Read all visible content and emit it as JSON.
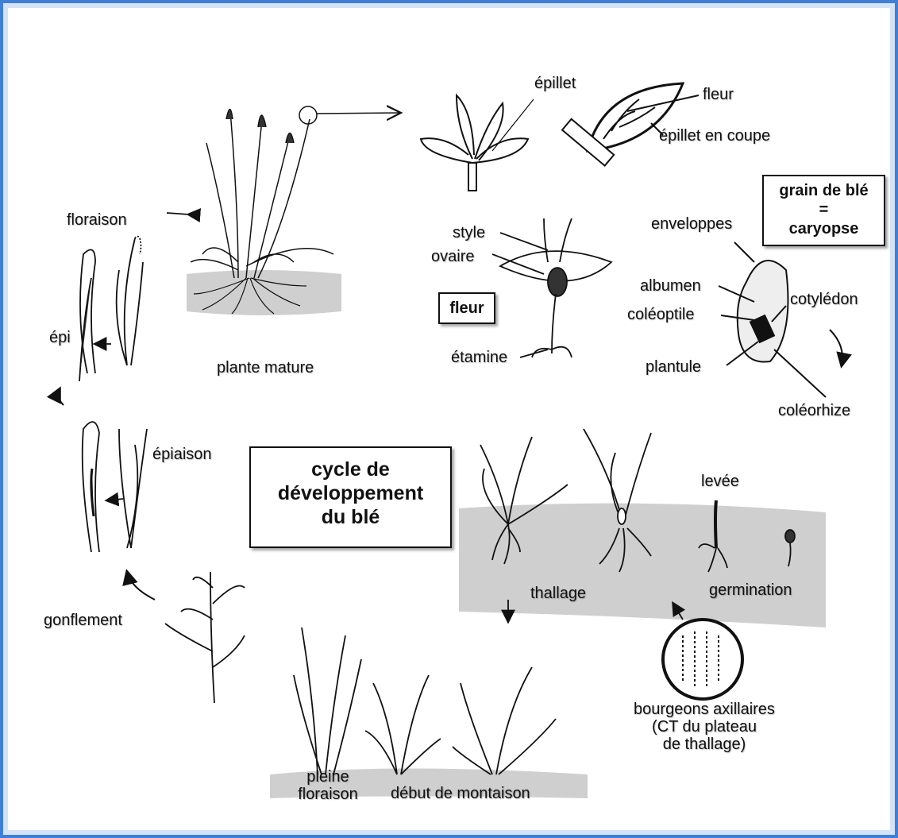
{
  "colors": {
    "frame": "#3f7fd8",
    "ink": "#111111",
    "soil": "#cfcfcf"
  },
  "labels": {
    "floraison": "floraison",
    "epi": "épi",
    "plante_mature": "plante mature",
    "epillet": "épillet",
    "fleur": "fleur",
    "epillet_en_coupe": "épillet en coupe",
    "style": "style",
    "ovaire": "ovaire",
    "etamine": "étamine",
    "enveloppes": "enveloppes",
    "albumen": "albumen",
    "coleoptile": "coléoptile",
    "cotyledon": "cotylédon",
    "plantule": "plantule",
    "coleorhize": "coléorhize",
    "epiaison": "épiaison",
    "levee": "levée",
    "thallage": "thallage",
    "germination": "germination",
    "gonflement": "gonflement",
    "bourgeons_line1": "bourgeons axillaires",
    "bourgeons_line2": "(CT du plateau",
    "bourgeons_line3": "de thallage)",
    "pleine_line1": "pleine",
    "pleine_line2": "floraison",
    "debut_montaison": "début de montaison"
  },
  "boxes": {
    "fleur_box": "fleur",
    "grain_line1": "grain de blé",
    "grain_line2": "=",
    "grain_line3": "caryopse",
    "cycle_line1": "cycle de",
    "cycle_line2": "développement",
    "cycle_line3": "du blé"
  },
  "icons": [
    "arrow",
    "plant-illustration",
    "seed-illustration",
    "flower-illustration"
  ]
}
